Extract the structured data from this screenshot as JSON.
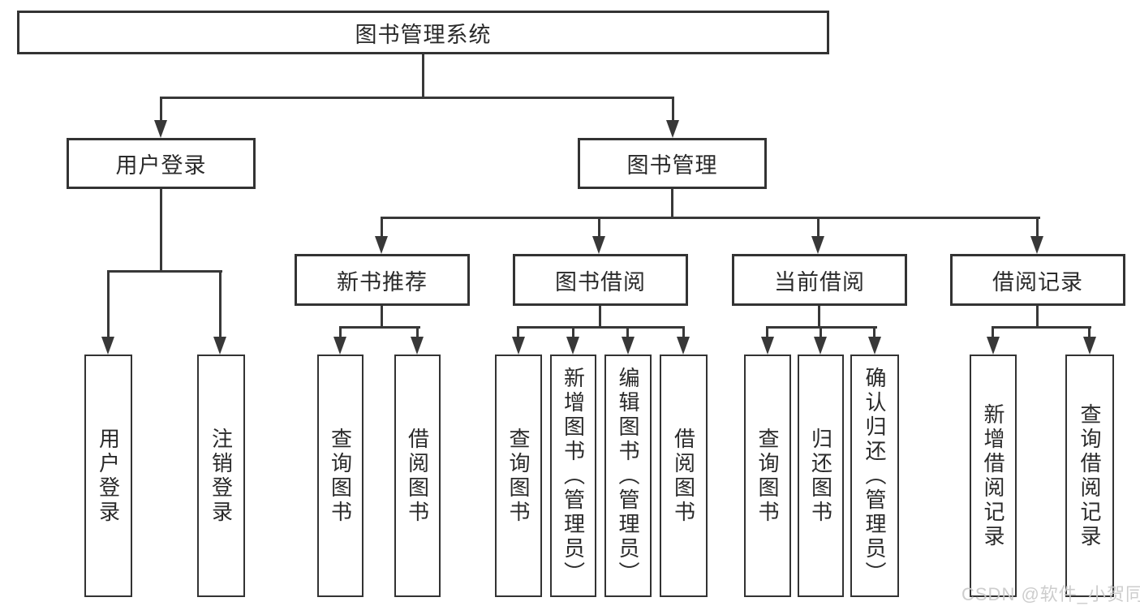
{
  "tree": {
    "root": {
      "label": "图书管理系统"
    },
    "level2": [
      {
        "label": "用户登录"
      },
      {
        "label": "图书管理"
      }
    ],
    "level3": [
      {
        "label": "新书推荐"
      },
      {
        "label": "图书借阅"
      },
      {
        "label": "当前借阅"
      },
      {
        "label": "借阅记录"
      }
    ],
    "leaves": {
      "user_login": [
        "用户登录",
        "注销登录"
      ],
      "new_book_recommend": [
        "查询图书",
        "借阅图书"
      ],
      "book_borrow": [
        "查询图书",
        "新增图书（管理员）",
        "编辑图书（管理员）",
        "借阅图书"
      ],
      "current_borrow": [
        "查询图书",
        "归还图书",
        "确认归还（管理员）"
      ],
      "borrow_records": [
        "新增借阅记录",
        "查询借阅记录"
      ]
    }
  },
  "watermark": {
    "text": "CSDN @软件_小贺同学"
  },
  "colors": {
    "line": "#383838",
    "border": "#333333",
    "text": "#2a2a2a",
    "watermark": "#c9c9c9",
    "background": "#ffffff"
  }
}
